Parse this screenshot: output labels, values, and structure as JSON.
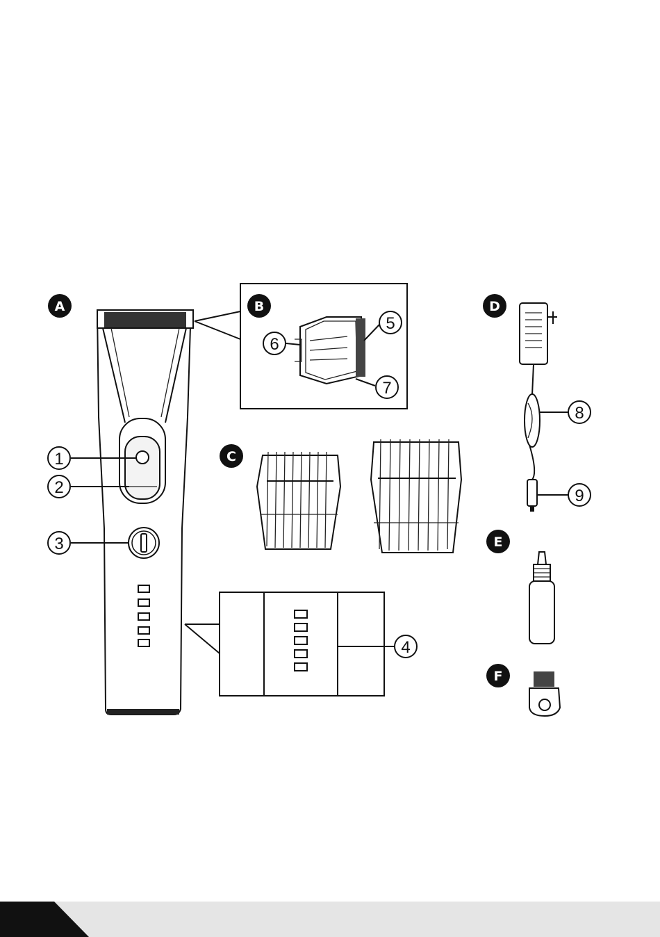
{
  "sections": [
    {
      "id": "A",
      "label": "A"
    },
    {
      "id": "B",
      "label": "B"
    },
    {
      "id": "C",
      "label": "C"
    },
    {
      "id": "D",
      "label": "D"
    },
    {
      "id": "E",
      "label": "E"
    },
    {
      "id": "F",
      "label": "F"
    }
  ],
  "callouts": [
    {
      "id": "1",
      "label": "1"
    },
    {
      "id": "2",
      "label": "2"
    },
    {
      "id": "3",
      "label": "3"
    },
    {
      "id": "4",
      "label": "4"
    },
    {
      "id": "5",
      "label": "5"
    },
    {
      "id": "6",
      "label": "6"
    },
    {
      "id": "7",
      "label": "7"
    },
    {
      "id": "8",
      "label": "8"
    },
    {
      "id": "9",
      "label": "9"
    }
  ],
  "footer": {
    "accent_color": "#111111",
    "band_color": "#e5e5e5"
  }
}
